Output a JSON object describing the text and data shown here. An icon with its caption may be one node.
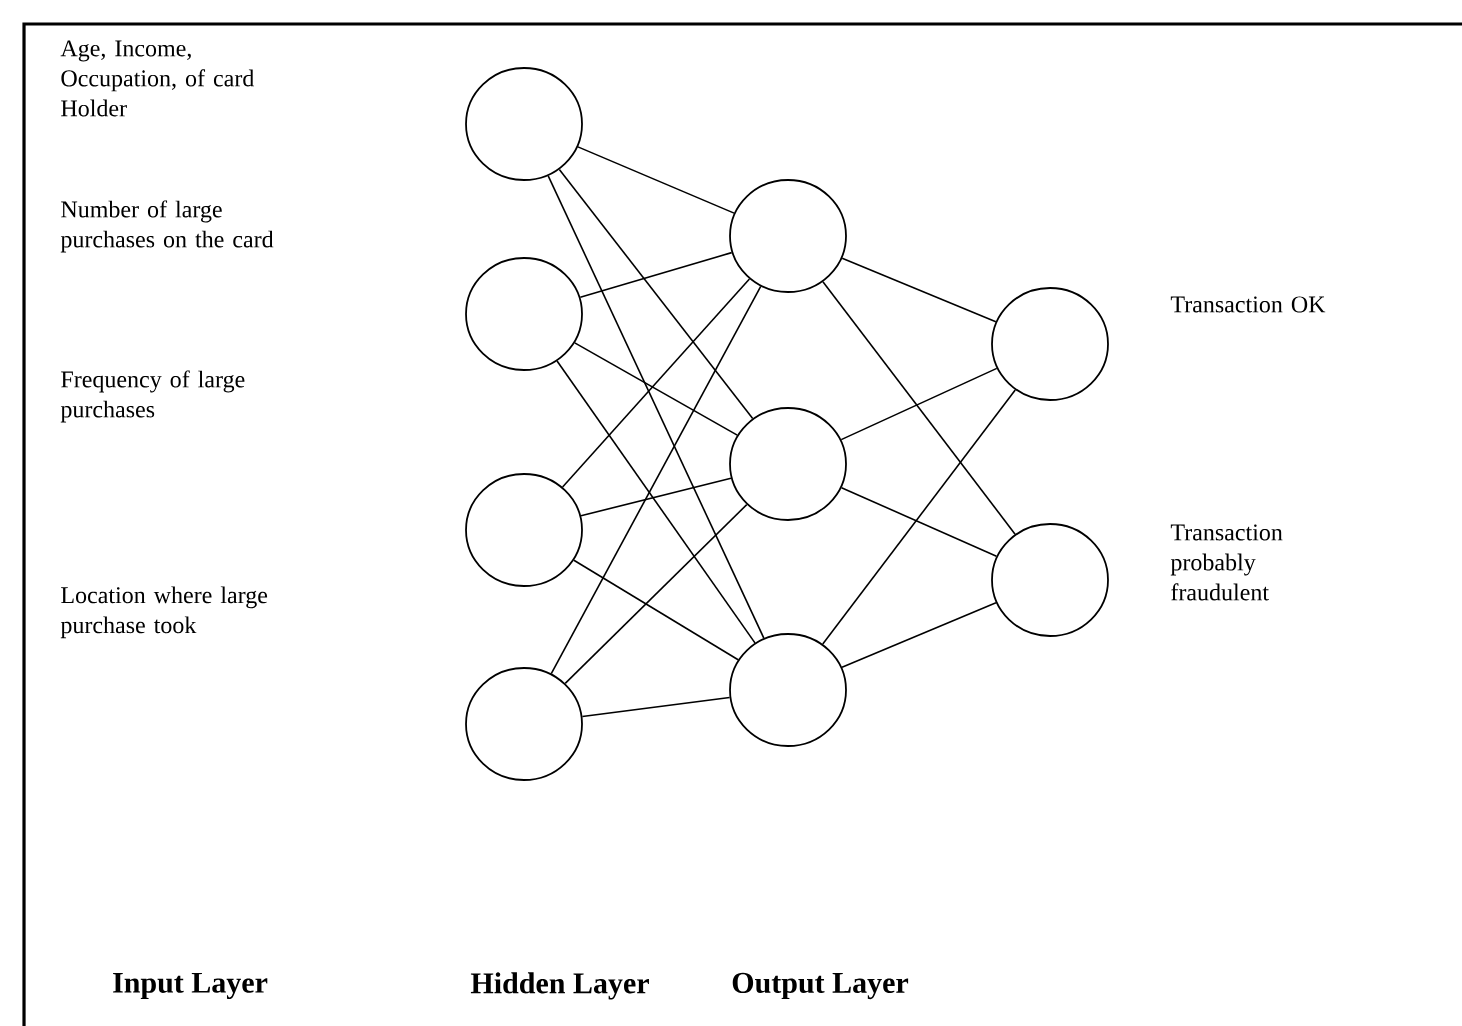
{
  "diagram": {
    "nodes": [
      {
        "text": [],
        "shape": "circle"
      },
      {
        "text": [],
        "shape": "circle"
      },
      {
        "text": [],
        "shape": "circle"
      },
      {
        "text": [],
        "shape": "circle"
      },
      {
        "text": [],
        "shape": "circle"
      },
      {
        "text": [],
        "shape": "circle"
      },
      {
        "text": [],
        "shape": "circle"
      },
      {
        "text": [],
        "shape": "circle",
        "beside": [
          "Transaction OK"
        ]
      },
      {
        "text": [],
        "shape": "circle",
        "beside": [
          "Transaction probably fraudulent"
        ]
      }
    ],
    "edges": [
      {
        "from": 0,
        "to": 4,
        "arrow": "none"
      },
      {
        "from": 0,
        "to": 5,
        "arrow": "none"
      },
      {
        "from": 0,
        "to": 6,
        "arrow": "none"
      },
      {
        "from": 1,
        "to": 4,
        "arrow": "none"
      },
      {
        "from": 1,
        "to": 5,
        "arrow": "none"
      },
      {
        "from": 1,
        "to": 6,
        "arrow": "none"
      },
      {
        "from": 2,
        "to": 4,
        "arrow": "none"
      },
      {
        "from": 2,
        "to": 5,
        "arrow": "none"
      },
      {
        "from": 2,
        "to": 6,
        "arrow": "none"
      },
      {
        "from": 3,
        "to": 4,
        "arrow": "none"
      },
      {
        "from": 3,
        "to": 5,
        "arrow": "none"
      },
      {
        "from": 3,
        "to": 6,
        "arrow": "none"
      },
      {
        "from": 4,
        "to": 7,
        "arrow": "none"
      },
      {
        "from": 4,
        "to": 8,
        "arrow": "none"
      },
      {
        "from": 5,
        "to": 7,
        "arrow": "none"
      },
      {
        "from": 5,
        "to": 8,
        "arrow": "none"
      },
      {
        "from": 6,
        "to": 7,
        "arrow": "none"
      },
      {
        "from": 6,
        "to": 8,
        "arrow": "none"
      }
    ],
    "labels": [
      "Age, Income, Occupation, of card Holder",
      "Number of large purchases on the card",
      "Frequency of large purchases",
      "Location where large purchase took",
      "Input Layer",
      "Hidden Layer",
      "Output Layer"
    ]
  }
}
